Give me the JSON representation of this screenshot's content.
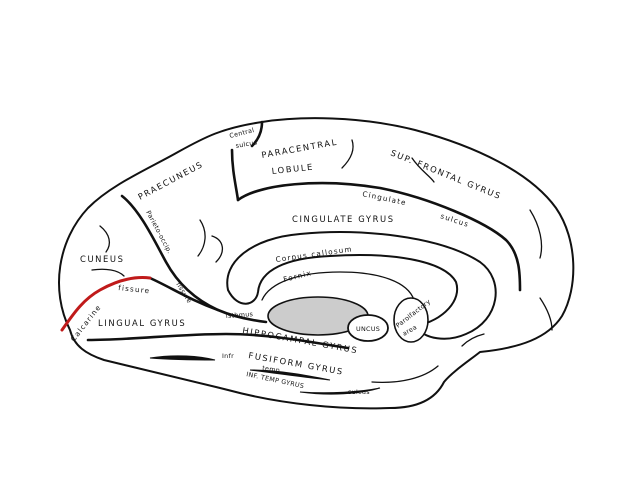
{
  "colors": {
    "background": "#ffffff",
    "ink": "#111111",
    "calcarine_highlight": "#c01a1a",
    "fornix_fill": "#cccccc"
  },
  "labels": {
    "central_sulcus_1": "Central",
    "central_sulcus_2": "sulcus",
    "paracentral": "PARACENTRAL",
    "lobule": "LOBULE",
    "sup_frontal_gyrus": "SUP. FRONTAL GYRUS",
    "praecuneus": "PRAECUNEUS",
    "cingulate_sulcus_1": "Cingulate",
    "cingulate_sulcus_2": "sulcus",
    "cingulate_gyrus": "CINGULATE GYRUS",
    "parieto_occip": "Parieto-occip.",
    "fissure_parieto": "fissure",
    "cuneus": "CUNEUS",
    "corpus_callosum": "Corpus callosum",
    "fornix": "Fornix",
    "calcarine": "Calcarine",
    "fissure_calcarine": "fissure",
    "isthmus": "isthmus",
    "lingual_gyrus": "LINGUAL GYRUS",
    "hippocampal_gyrus": "HIPPOCAMPAL GYRUS",
    "uncus": "UNCUS",
    "parolfactory_1": "Parolfactory",
    "parolfactory_2": "area",
    "fusiform_gyrus": "FUSIFORM GYRUS",
    "infr": "Infr",
    "temp": "temp",
    "inf_temp_gyrus": "INF. TEMP GYRUS",
    "sulcus_temp": "sulcus"
  }
}
